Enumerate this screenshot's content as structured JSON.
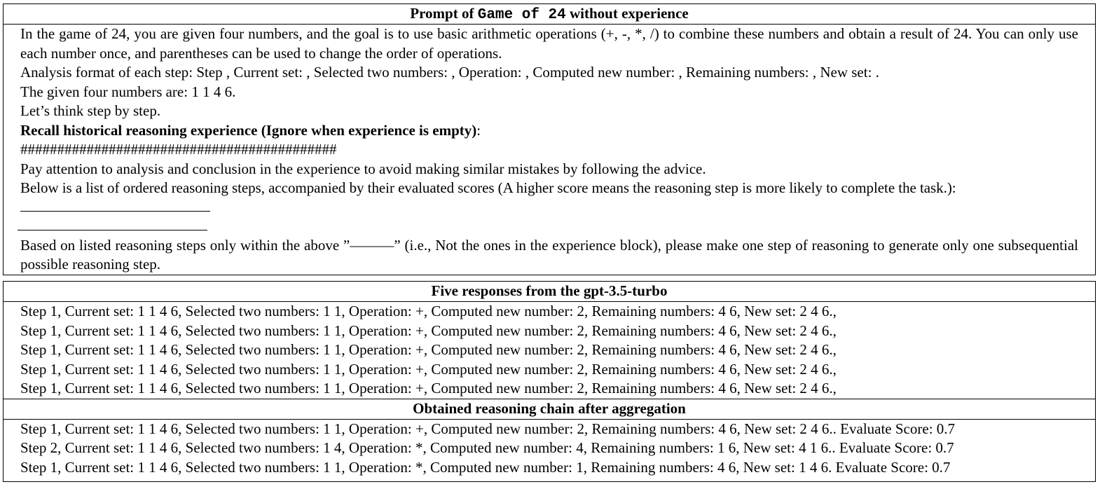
{
  "prompt_box": {
    "title_prefix": "Prompt of",
    "title_code": "Game of 24",
    "title_suffix": "without experience",
    "intro": "In the game of 24, you are given four numbers, and the goal is to use basic arithmetic operations (+, -, *, /) to combine these numbers and obtain a result of 24. You can only use each number once, and parentheses can be used to change the order of operations.",
    "format_line": "Analysis format of each step: Step , Current set: , Selected two numbers: , Operation: , Computed new number: , Remaining numbers: , New set: .",
    "given_line": "The given four numbers are: 1 1 4 6.",
    "think_line": "Let’s think step by step.",
    "recall_bold": "Recall historical reasoning experience (Ignore when experience is empty)",
    "recall_colon": ":",
    "hashes": "###########################################",
    "attention_line": "Pay attention to analysis and conclusion in the experience to avoid making similar mistakes by following the advice.",
    "below_line": "Below is a list of ordered reasoning steps, accompanied by their evaluated scores (A higher score means the reasoning step is more likely to complete the task.):",
    "based_line": "Based on listed reasoning steps only within the above ”———” (i.e., Not the ones in the experience block), please make one step of reasoning to generate only one subsequential possible reasoning step."
  },
  "responses_box": {
    "title": "Five responses from the gpt-3.5-turbo",
    "rows": [
      "Step 1, Current set: 1 1 4 6, Selected two numbers: 1 1, Operation: +, Computed new number: 2, Remaining numbers: 4 6, New set: 2 4 6.,",
      "Step 1, Current set: 1 1 4 6, Selected two numbers: 1 1, Operation: +, Computed new number: 2, Remaining numbers: 4 6, New set: 2 4 6.,",
      "Step 1, Current set: 1 1 4 6, Selected two numbers: 1 1, Operation: +, Computed new number: 2, Remaining numbers: 4 6, New set: 2 4 6.,",
      "Step 1, Current set: 1 1 4 6, Selected two numbers: 1 1, Operation: +, Computed new number: 2, Remaining numbers: 4 6, New set: 2 4 6.,",
      "Step 1, Current set: 1 1 4 6, Selected two numbers: 1 1, Operation: +, Computed new number: 2, Remaining numbers: 4 6, New set: 2 4 6.,"
    ]
  },
  "aggregation_box": {
    "title": "Obtained reasoning chain after aggregation",
    "rows": [
      "Step 1, Current set: 1 1 4 6, Selected two numbers: 1 1, Operation: +, Computed new number: 2, Remaining numbers: 4 6, New set: 2 4 6.. Evaluate Score: 0.7",
      "Step 2, Current set: 1 1 4 6, Selected two numbers: 1 4, Operation: *, Computed new number: 4, Remaining numbers: 1 6, New set: 4 1 6.. Evaluate Score: 0.7",
      "Step 1, Current set: 1 1 4 6, Selected two numbers: 1 1, Operation: *, Computed new number: 1, Remaining numbers: 4 6, New set: 1 4 6. Evaluate Score: 0.7"
    ]
  }
}
